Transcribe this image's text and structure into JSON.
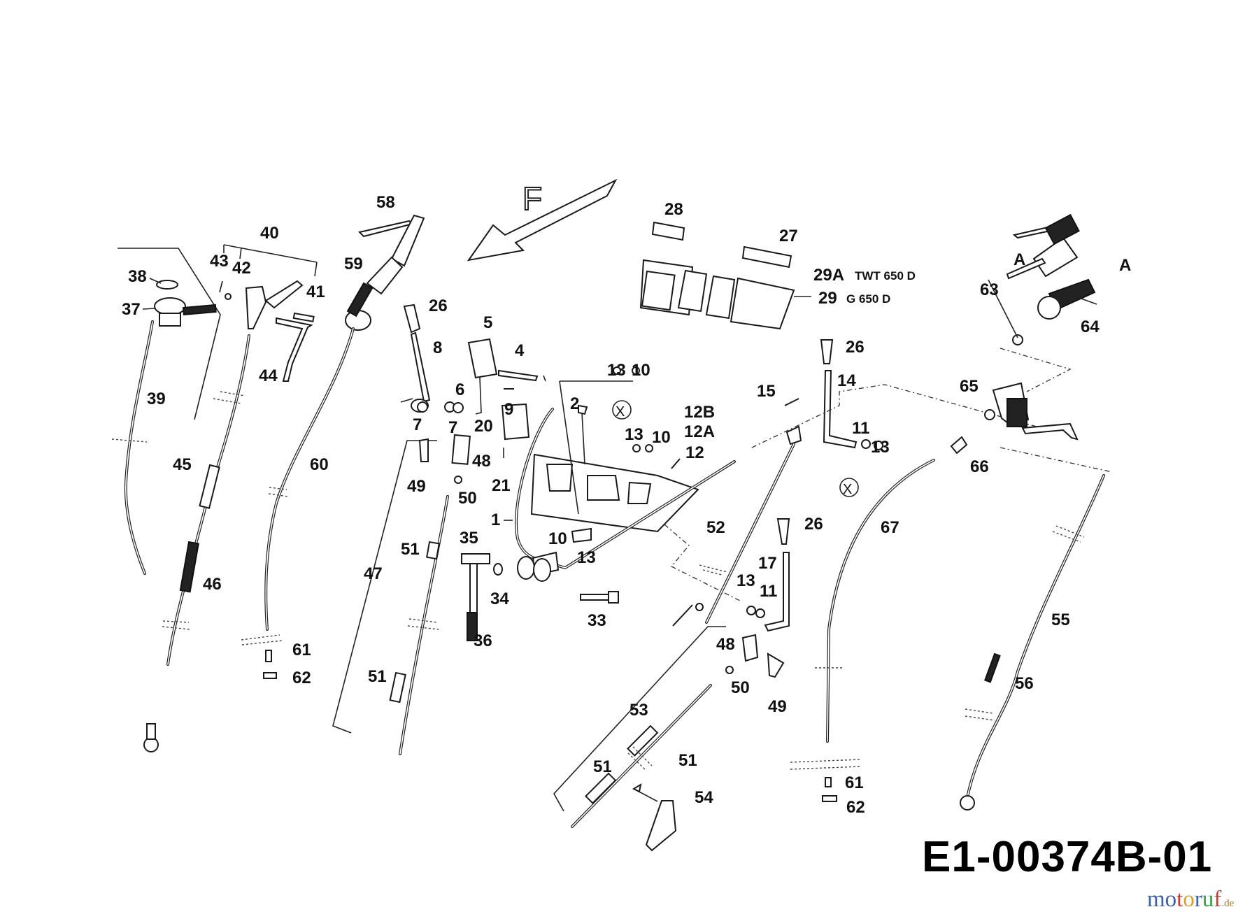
{
  "diagram": {
    "title_code": "E1-00374B-01",
    "direction_marker": "F",
    "models": [
      {
        "ref": "29A",
        "model": "TWT 650 D"
      },
      {
        "ref": "29",
        "model": "G 650 D"
      }
    ],
    "detail_marker_a": "A",
    "detail_marker_x": "X",
    "part_labels": [
      "1",
      "2",
      "4",
      "5",
      "6",
      "7",
      "8",
      "9",
      "10",
      "11",
      "12",
      "12A",
      "12B",
      "13",
      "14",
      "15",
      "17",
      "20",
      "21",
      "26",
      "27",
      "28",
      "29",
      "29A",
      "33",
      "34",
      "35",
      "36",
      "37",
      "38",
      "39",
      "40",
      "41",
      "42",
      "43",
      "44",
      "45",
      "46",
      "47",
      "48",
      "49",
      "50",
      "51",
      "52",
      "53",
      "54",
      "55",
      "56",
      "58",
      "59",
      "60",
      "61",
      "62",
      "63",
      "64",
      "65",
      "66",
      "67"
    ]
  },
  "watermark": {
    "letters": [
      "m",
      "o",
      "t",
      "o",
      "r",
      "u",
      "f"
    ],
    "colors": [
      "#3a62b0",
      "#3a62b0",
      "#d23a2a",
      "#e0a11b",
      "#3a62b0",
      "#37a047",
      "#d23a2a"
    ],
    "tld": ".de"
  }
}
